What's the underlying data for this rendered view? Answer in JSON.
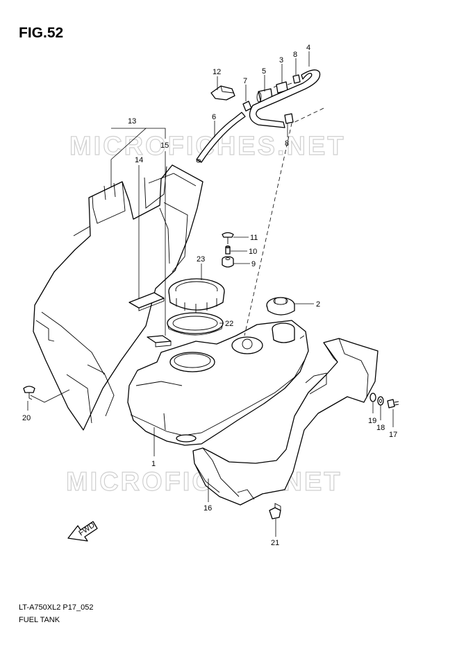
{
  "figure": {
    "title": "FIG.52",
    "model_code": "LT-A750XL2 P17_052",
    "name": "FUEL TANK"
  },
  "watermark": {
    "text": "MICROFICHES.NET"
  },
  "fwd_arrow_label": "FWD",
  "callouts": {
    "c1": "1",
    "c2": "2",
    "c3": "3",
    "c4": "4",
    "c5": "5",
    "c6": "6",
    "c7": "7",
    "c8a": "8",
    "c8b": "8",
    "c9": "9",
    "c10": "10",
    "c11": "11",
    "c12": "12",
    "c13": "13",
    "c14": "14",
    "c15": "15",
    "c16": "16",
    "c17": "17",
    "c18": "18",
    "c19": "19",
    "c20": "20",
    "c21": "21",
    "c22": "22",
    "c23": "23"
  }
}
